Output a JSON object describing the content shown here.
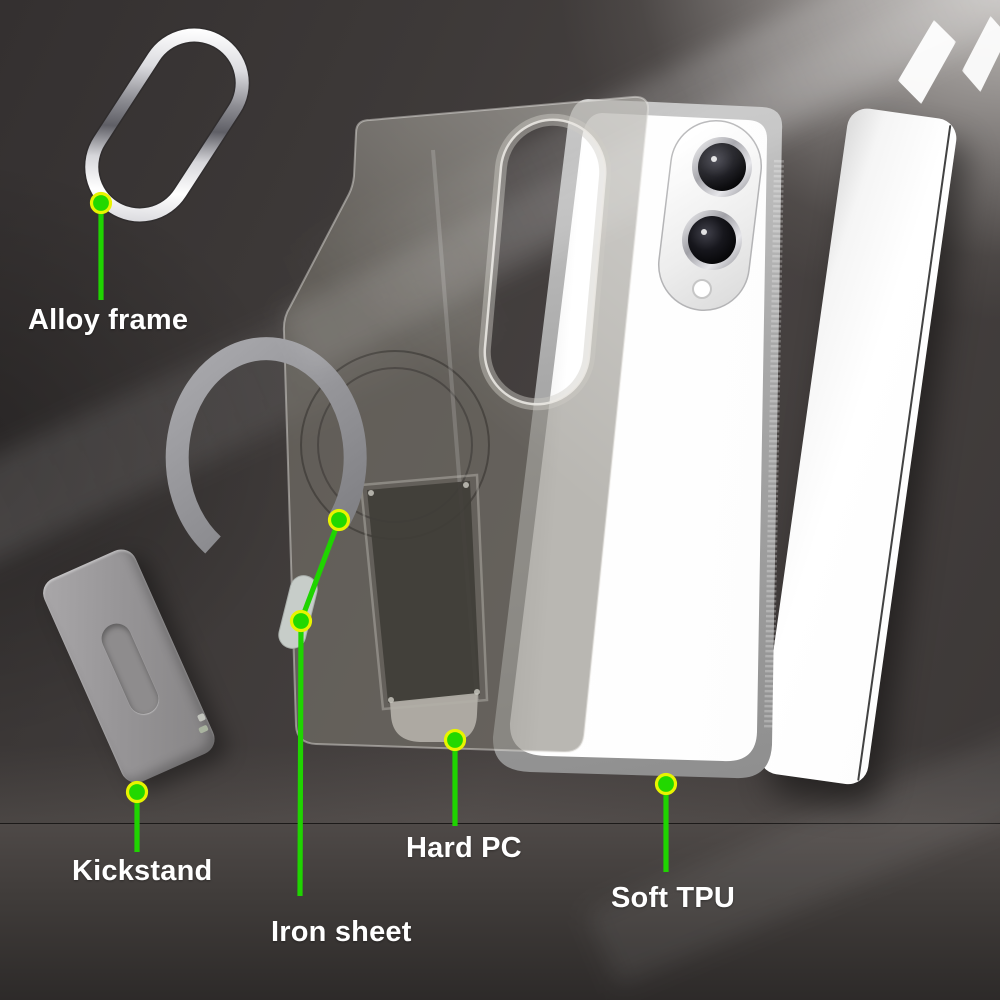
{
  "callouts": [
    {
      "id": "alloy-frame",
      "label": "Alloy frame"
    },
    {
      "id": "kickstand",
      "label": "Kickstand"
    },
    {
      "id": "iron-sheet",
      "label": "Iron sheet"
    },
    {
      "id": "hard-pc",
      "label": "Hard PC"
    },
    {
      "id": "soft-tpu",
      "label": "Soft TPU"
    }
  ],
  "style": {
    "callout_line_color": "#1fd400",
    "callout_dot_fill": "#22d800",
    "callout_dot_ring": "#e8f400",
    "label_color": "#ffffff",
    "background_base": "#3b3736"
  }
}
